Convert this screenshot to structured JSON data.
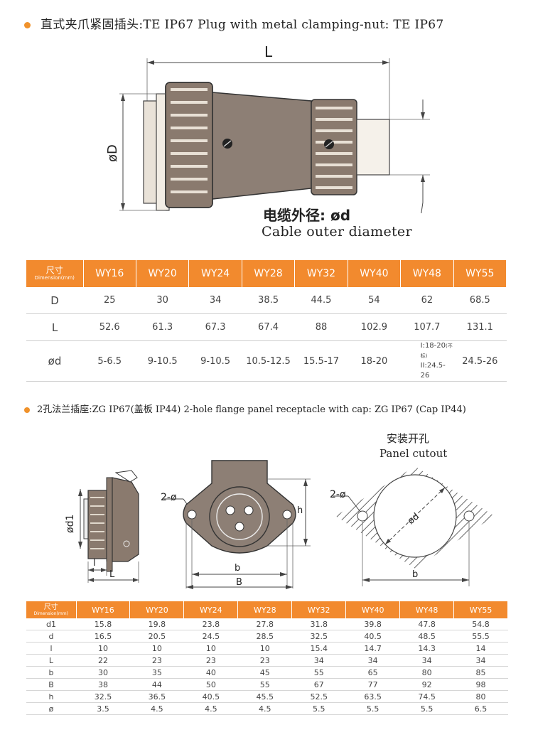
{
  "section1": {
    "title": "直式夹爪紧固插头:TE  IP67    Plug with metal clamping-nut: TE  IP67",
    "labels": {
      "length": "L",
      "diameter": "øD"
    },
    "cable_cn": "电缆外径: ød",
    "cable_en": "Cable outer diameter",
    "table": {
      "header_cn": "尺寸",
      "header_en": "Dimension(mm)",
      "columns": [
        "WY16",
        "WY20",
        "WY24",
        "WY28",
        "WY32",
        "WY40",
        "WY48",
        "WY55"
      ],
      "rows": [
        {
          "label": "D",
          "values": [
            "25",
            "30",
            "34",
            "38.5",
            "44.5",
            "54",
            "62",
            "68.5"
          ]
        },
        {
          "label": "L",
          "values": [
            "52.6",
            "61.3",
            "67.3",
            "67.4",
            "88",
            "102.9",
            "107.7",
            "131.1"
          ]
        },
        {
          "label": "ød",
          "values": [
            "5-6.5",
            "9-10.5",
            "9-10.5",
            "10.5-12.5",
            "15.5-17",
            "18-20",
            "",
            "24.5-26"
          ]
        }
      ],
      "wy48_note_1": "I:18-20",
      "wy48_note_1_small": "(不标)",
      "wy48_note_2": "II:24.5-26"
    }
  },
  "section2": {
    "title": "2孔法兰插座:ZG IP67(盖板 IP44)  2-hole flange panel receptacle with cap: ZG  IP67 (Cap IP44)",
    "labels": {
      "d1": "ød1",
      "l_small": "l",
      "l_big": "L",
      "holes": "2-ø",
      "h": "h",
      "b": "b",
      "B": "B",
      "holes2": "2-ø",
      "d": "ød",
      "b2": "b"
    },
    "panel_cn": "安装开孔",
    "panel_en": "Panel cutout",
    "table": {
      "header_cn": "尺寸",
      "header_en": "Dimension(mm)",
      "columns": [
        "WY16",
        "WY20",
        "WY24",
        "WY28",
        "WY32",
        "WY40",
        "WY48",
        "WY55"
      ],
      "rows": [
        {
          "label": "d1",
          "values": [
            "15.8",
            "19.8",
            "23.8",
            "27.8",
            "31.8",
            "39.8",
            "47.8",
            "54.8"
          ]
        },
        {
          "label": "d",
          "values": [
            "16.5",
            "20.5",
            "24.5",
            "28.5",
            "32.5",
            "40.5",
            "48.5",
            "55.5"
          ]
        },
        {
          "label": "l",
          "values": [
            "10",
            "10",
            "10",
            "10",
            "15.4",
            "14.7",
            "14.3",
            "14"
          ]
        },
        {
          "label": "L",
          "values": [
            "22",
            "23",
            "23",
            "23",
            "34",
            "34",
            "34",
            "34"
          ]
        },
        {
          "label": "b",
          "values": [
            "30",
            "35",
            "40",
            "45",
            "55",
            "65",
            "80",
            "85"
          ]
        },
        {
          "label": "B",
          "values": [
            "38",
            "44",
            "50",
            "55",
            "67",
            "77",
            "92",
            "98"
          ]
        },
        {
          "label": "h",
          "values": [
            "32.5",
            "36.5",
            "40.5",
            "45.5",
            "52.5",
            "63.5",
            "74.5",
            "80"
          ]
        },
        {
          "label": "ø",
          "values": [
            "3.5",
            "4.5",
            "4.5",
            "4.5",
            "5.5",
            "5.5",
            "5.5",
            "6.5"
          ]
        }
      ]
    }
  },
  "colors": {
    "accent": "#f28a2e",
    "bullet": "#f0922b",
    "drawing": "#7a6a5c"
  }
}
